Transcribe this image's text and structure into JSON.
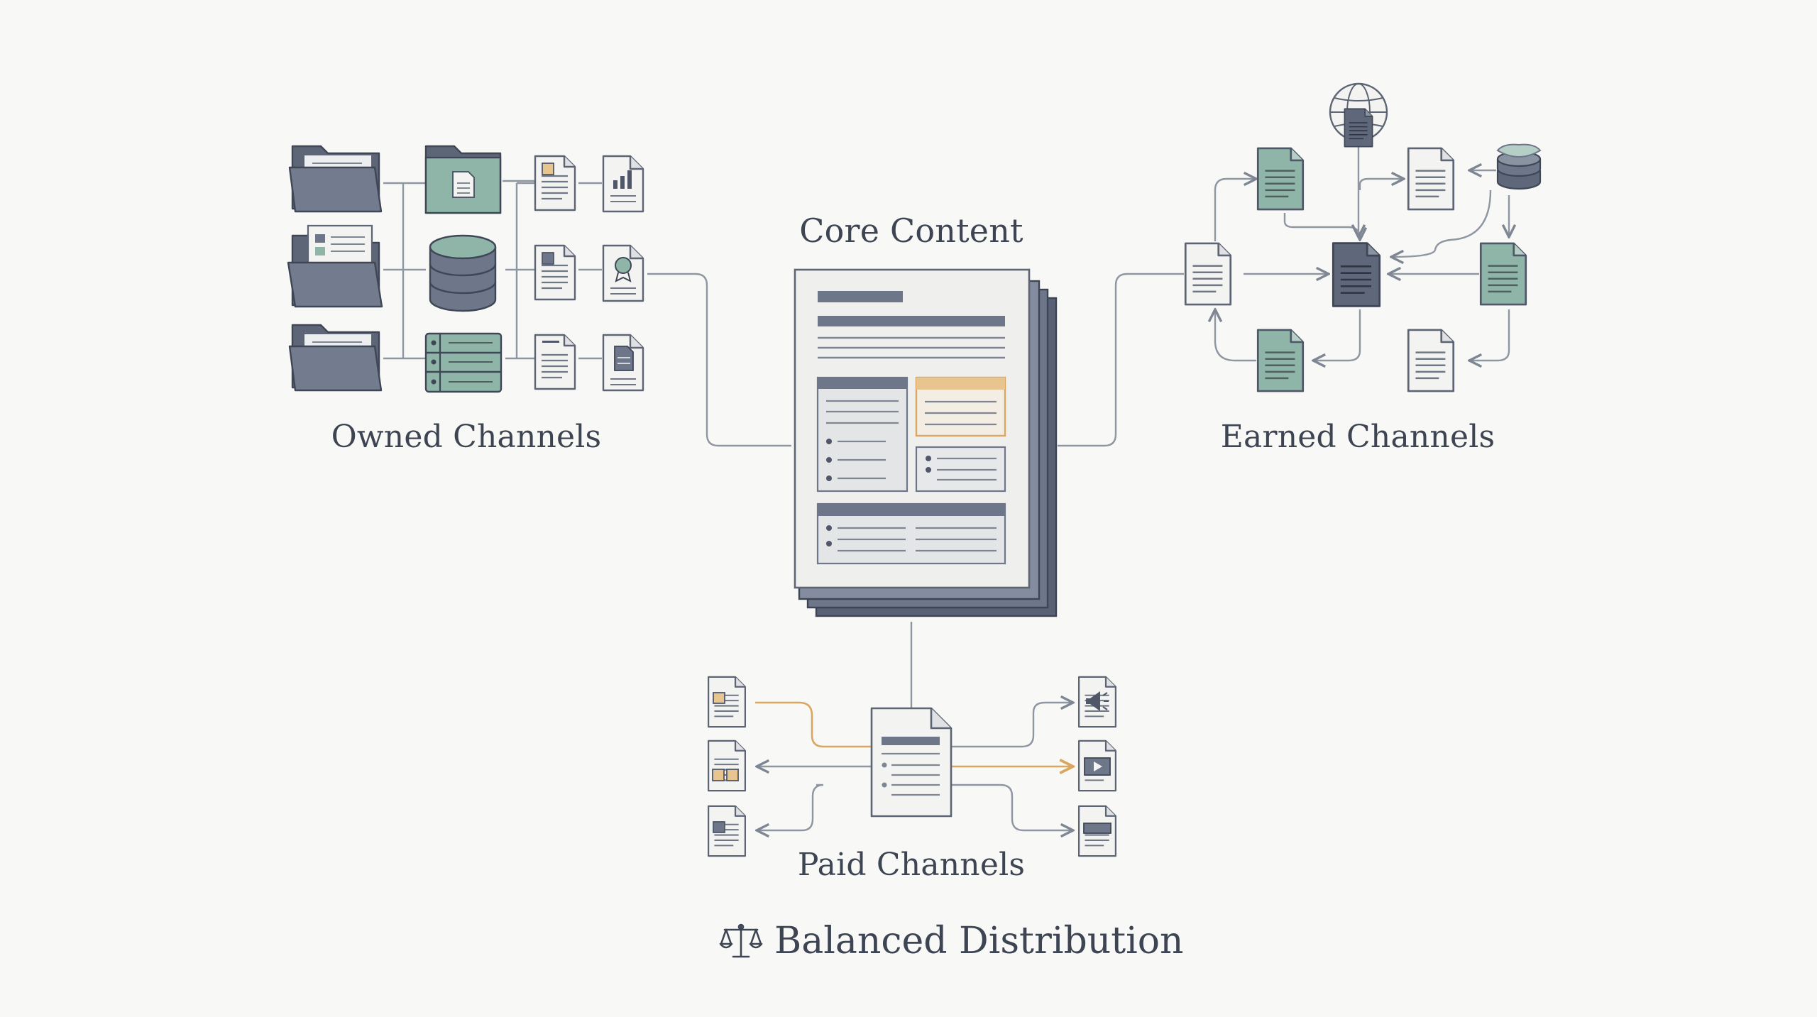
{
  "labels": {
    "core": "Core Content",
    "owned": "Owned Channels",
    "earned": "Earned Channels",
    "paid": "Paid Channels"
  },
  "footer": {
    "icon": "balance-scale-icon",
    "text": "Balanced Distribution"
  },
  "colors": {
    "background": "#f8f8f6",
    "slate": "#6b7485",
    "slate_dark": "#4f5768",
    "teal": "#8fb5a8",
    "gold": "#d9a761",
    "line": "#8e96a2",
    "paper": "#f3f3f1"
  },
  "icons": {
    "owned": [
      "folder-icon",
      "folder-doc-icon",
      "folder-icon",
      "database-icon",
      "server-icon",
      "document-icon",
      "chart-document-icon",
      "badge-document-icon"
    ],
    "earned": [
      "globe-document-icon",
      "document-icon",
      "database-icon"
    ],
    "paid": [
      "document-icon",
      "megaphone-document-icon",
      "video-document-icon",
      "banner-document-icon"
    ]
  }
}
